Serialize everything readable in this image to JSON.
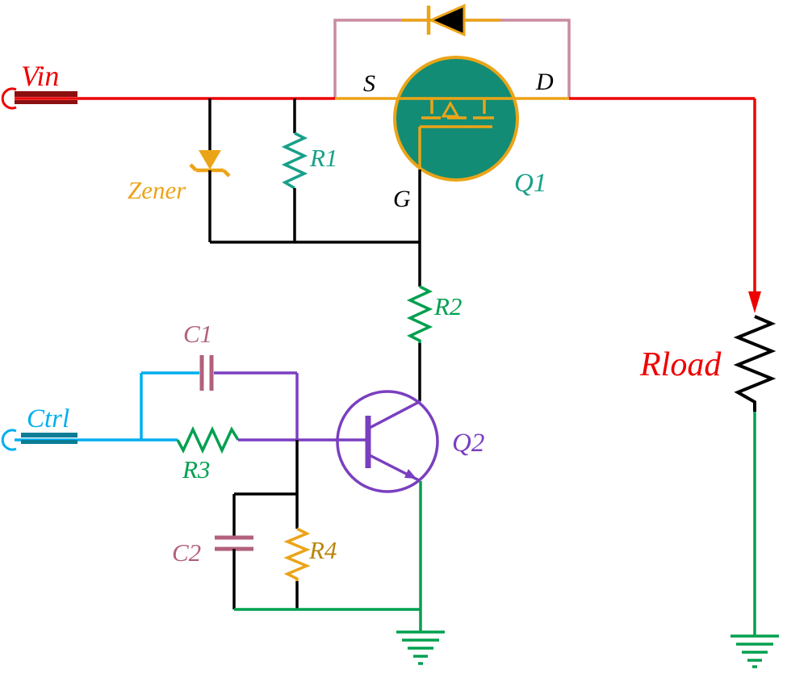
{
  "title": "High-side P-MOSFET load switch schematic",
  "colors": {
    "red": "#ee0000",
    "darkred": "#8a0f0f",
    "pink": "#c98ba0",
    "gold": "#eba417",
    "darkgold": "#b8860b",
    "teal": "#18a089",
    "q1fill": "#128c75",
    "green": "#00a04f",
    "purple": "#7a3fc0",
    "cyan": "#00aeef",
    "cyandark": "#0b7d96",
    "mauve": "#b2607e",
    "black": "#000000"
  },
  "labels": {
    "vin": "Vin",
    "ctrl": "Ctrl",
    "zener": "Zener",
    "r1": "R1",
    "r2": "R2",
    "r3": "R3",
    "r4": "R4",
    "c1": "C1",
    "c2": "C2",
    "q1": "Q1",
    "q2": "Q2",
    "rload": "Rload",
    "source": "S",
    "drain": "D",
    "gate": "G"
  },
  "components": [
    {
      "ref": "Vin",
      "type": "input-port"
    },
    {
      "ref": "Ctrl",
      "type": "input-port"
    },
    {
      "ref": "Zener",
      "type": "zener-diode"
    },
    {
      "ref": "R1",
      "type": "resistor"
    },
    {
      "ref": "R2",
      "type": "resistor"
    },
    {
      "ref": "R3",
      "type": "resistor"
    },
    {
      "ref": "R4",
      "type": "resistor"
    },
    {
      "ref": "C1",
      "type": "capacitor"
    },
    {
      "ref": "C2",
      "type": "capacitor"
    },
    {
      "ref": "Q1",
      "type": "p-channel-mosfet",
      "pins": [
        "S",
        "G",
        "D"
      ],
      "body_diode": true
    },
    {
      "ref": "Q2",
      "type": "npn-transistor"
    },
    {
      "ref": "Rload",
      "type": "load-resistor"
    },
    {
      "ref": "GND",
      "type": "ground",
      "count": 2
    }
  ]
}
